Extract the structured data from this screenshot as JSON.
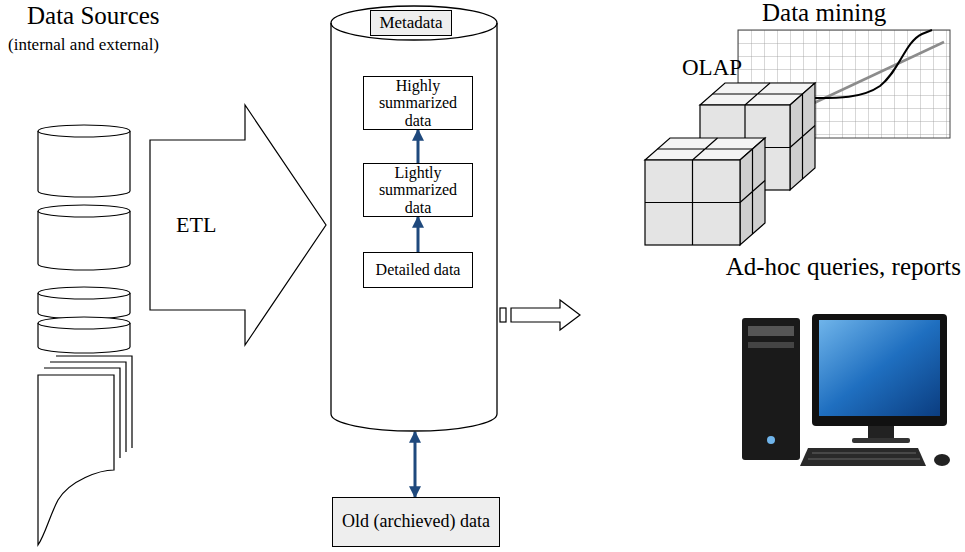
{
  "diagram": {
    "nodes": [
      {
        "text": [
          "ETL"
        ]
      },
      {
        "text": []
      },
      {
        "text": [
          "Metadata"
        ],
        "in": 1
      },
      {
        "text": [
          "Highly summarized data"
        ],
        "in": 1
      },
      {
        "text": [
          "Lightly summarized data"
        ],
        "in": 1
      },
      {
        "text": [
          "Detailed data"
        ],
        "in": 1
      },
      {
        "text": [
          "Old (archieved) data"
        ]
      }
    ],
    "edges": [
      {
        "from": 5,
        "to": 4,
        "arrow": "to"
      },
      {
        "from": 4,
        "to": 3,
        "arrow": "to"
      },
      {
        "from": 1,
        "to": 6,
        "arrow": "both"
      }
    ],
    "labels": [
      "Data Sources",
      "(internal and external)",
      "Data mining",
      "OLAP",
      "Ad-hoc queries, reports"
    ]
  }
}
